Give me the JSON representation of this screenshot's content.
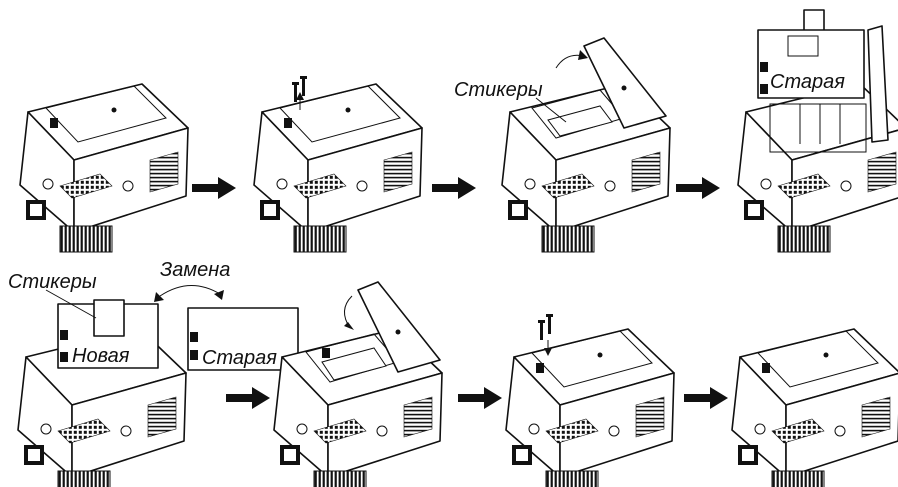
{
  "labels": {
    "stickers_top": "Стикеры",
    "old_top": "Старая",
    "stickers_bottom": "Стикеры",
    "replace": "Замена",
    "new_battery": "Новая",
    "old_bottom": "Старая"
  },
  "colors": {
    "ink": "#111111",
    "background": "#ffffff"
  }
}
